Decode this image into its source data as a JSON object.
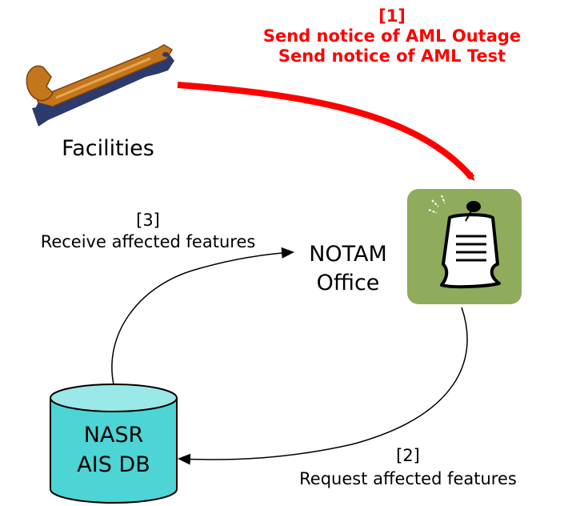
{
  "step1": {
    "number": "[1]",
    "line1": "Send notice of AML Outage",
    "line2": "Send notice of AML Test"
  },
  "facilities": {
    "label": "Facilities",
    "icon": "wrench-icon"
  },
  "step3": {
    "number": "[3]",
    "text": "Receive affected features"
  },
  "notam_office": {
    "line1": "NOTAM",
    "line2": "Office",
    "icon": "notice-document-icon"
  },
  "step2": {
    "number": "[2]",
    "text": "Request affected features"
  },
  "database": {
    "line1": "NASR",
    "line2": "AIS DB",
    "icon": "database-cylinder-icon"
  },
  "colors": {
    "highlight": "#ff0000",
    "notam_box": "#8fab5c",
    "database_fill": "#4dd4d4",
    "database_top": "#9ae8e8",
    "wrench": "#c4761c"
  }
}
